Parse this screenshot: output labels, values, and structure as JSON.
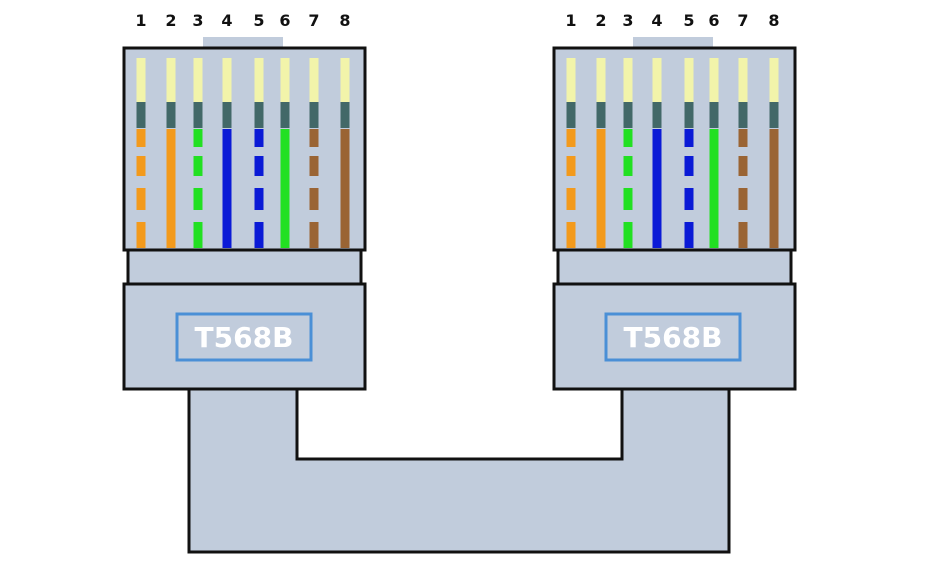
{
  "colors": {
    "body": "#c1ccdc",
    "outline": "#111111",
    "label_border": "#4a8fd6",
    "label_text": "#ffffff",
    "contact_top": "#f2f4aa",
    "contact_mid": "#426868",
    "orange": "#f39a1c",
    "green": "#22e022",
    "blue": "#0a1ad6",
    "brown": "#9a6434"
  },
  "connectors": [
    {
      "label": "T568B",
      "pins": [
        {
          "num": "1",
          "color": "orange",
          "striped": true
        },
        {
          "num": "2",
          "color": "orange",
          "striped": false
        },
        {
          "num": "3",
          "color": "green",
          "striped": true
        },
        {
          "num": "4",
          "color": "blue",
          "striped": false
        },
        {
          "num": "5",
          "color": "blue",
          "striped": true
        },
        {
          "num": "6",
          "color": "green",
          "striped": false
        },
        {
          "num": "7",
          "color": "brown",
          "striped": true
        },
        {
          "num": "8",
          "color": "brown",
          "striped": false
        }
      ]
    },
    {
      "label": "T568B",
      "pins": [
        {
          "num": "1",
          "color": "orange",
          "striped": true
        },
        {
          "num": "2",
          "color": "orange",
          "striped": false
        },
        {
          "num": "3",
          "color": "green",
          "striped": true
        },
        {
          "num": "4",
          "color": "blue",
          "striped": false
        },
        {
          "num": "5",
          "color": "blue",
          "striped": true
        },
        {
          "num": "6",
          "color": "green",
          "striped": false
        },
        {
          "num": "7",
          "color": "brown",
          "striped": true
        },
        {
          "num": "8",
          "color": "brown",
          "striped": false
        }
      ]
    }
  ]
}
